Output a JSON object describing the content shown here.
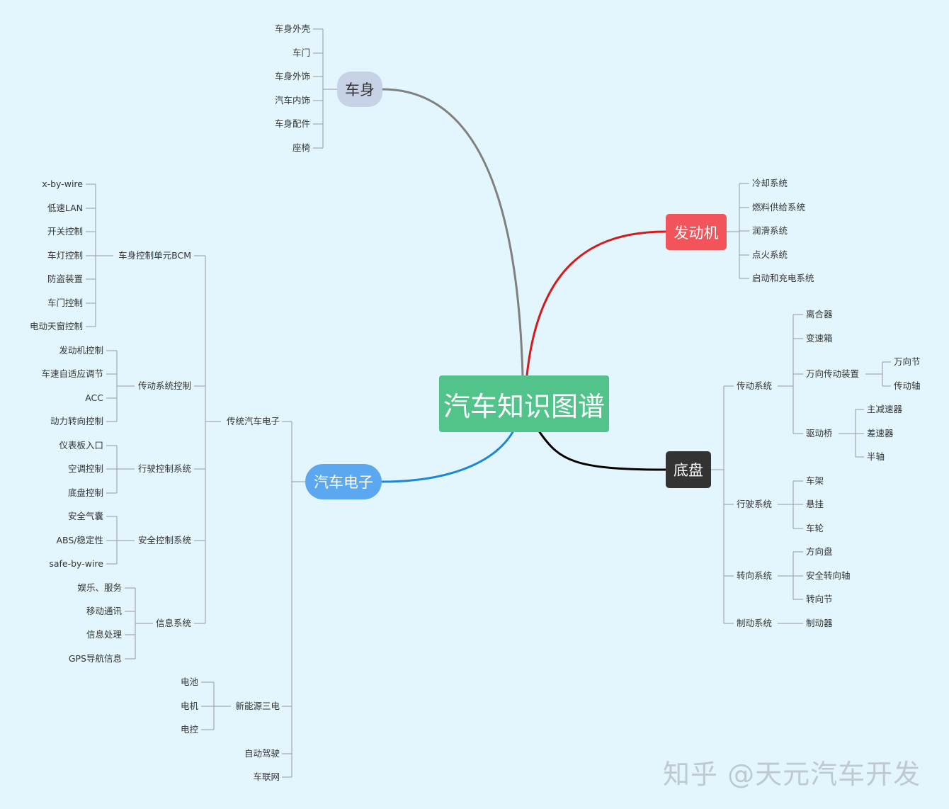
{
  "center": "汽车知识图谱",
  "colors": {
    "background": "#e3f6fd",
    "center": "#52c38b",
    "body": "#c8d2e6",
    "engine": "#f35459",
    "chassis": "#333333",
    "electronics": "#5ba8f0",
    "line_body": "#808080",
    "line_engine": "#d7191c",
    "line_chassis": "#000000",
    "line_electronics": "#1a87d8",
    "line_leaf": "#9a9a9a"
  },
  "body": {
    "label": "车身",
    "items": [
      "车身外壳",
      "车门",
      "车身外饰",
      "汽车内饰",
      "车身配件",
      "座椅"
    ]
  },
  "engine": {
    "label": "发动机",
    "items": [
      "冷却系统",
      "燃料供给系统",
      "润滑系统",
      "点火系统",
      "启动和充电系统"
    ]
  },
  "chassis": {
    "label": "底盘",
    "transmission": {
      "label": "传动系统",
      "clutch": "离合器",
      "gearbox": "变速箱",
      "universal": {
        "label": "万向传动装置",
        "items": [
          "万向节",
          "传动轴"
        ]
      },
      "drive_axle": {
        "label": "驱动桥",
        "items": [
          "主减速器",
          "差速器",
          "半轴"
        ]
      }
    },
    "running": {
      "label": "行驶系统",
      "items": [
        "车架",
        "悬挂",
        "车轮"
      ]
    },
    "steering": {
      "label": "转向系统",
      "items": [
        "方向盘",
        "安全转向轴",
        "转向节"
      ]
    },
    "braking": {
      "label": "制动系统",
      "items": [
        "制动器"
      ]
    }
  },
  "electronics": {
    "label": "汽车电子",
    "traditional": {
      "label": "传统汽车电子",
      "bcm": {
        "label": "车身控制单元BCM",
        "items": [
          "x-by-wire",
          "低速LAN",
          "开关控制",
          "车灯控制",
          "防盗装置",
          "车门控制",
          "电动天窗控制"
        ]
      },
      "powertrain": {
        "label": "传动系统控制",
        "items": [
          "发动机控制",
          "车速自适应调节",
          "ACC",
          "动力转向控制"
        ]
      },
      "driving": {
        "label": "行驶控制系统",
        "items": [
          "仪表板入口",
          "空调控制",
          "底盘控制"
        ]
      },
      "safety": {
        "label": "安全控制系统",
        "items": [
          "安全气囊",
          "ABS/稳定性",
          "safe-by-wire"
        ]
      },
      "info": {
        "label": "信息系统",
        "items": [
          "娱乐、服务",
          "移动通讯",
          "信息处理",
          "GPS导航信息"
        ]
      }
    },
    "new_energy": {
      "label": "新能源三电",
      "items": [
        "电池",
        "电机",
        "电控"
      ]
    },
    "autonomous": "自动驾驶",
    "iov": "车联网"
  },
  "watermark": "知乎 @天元汽车开发"
}
